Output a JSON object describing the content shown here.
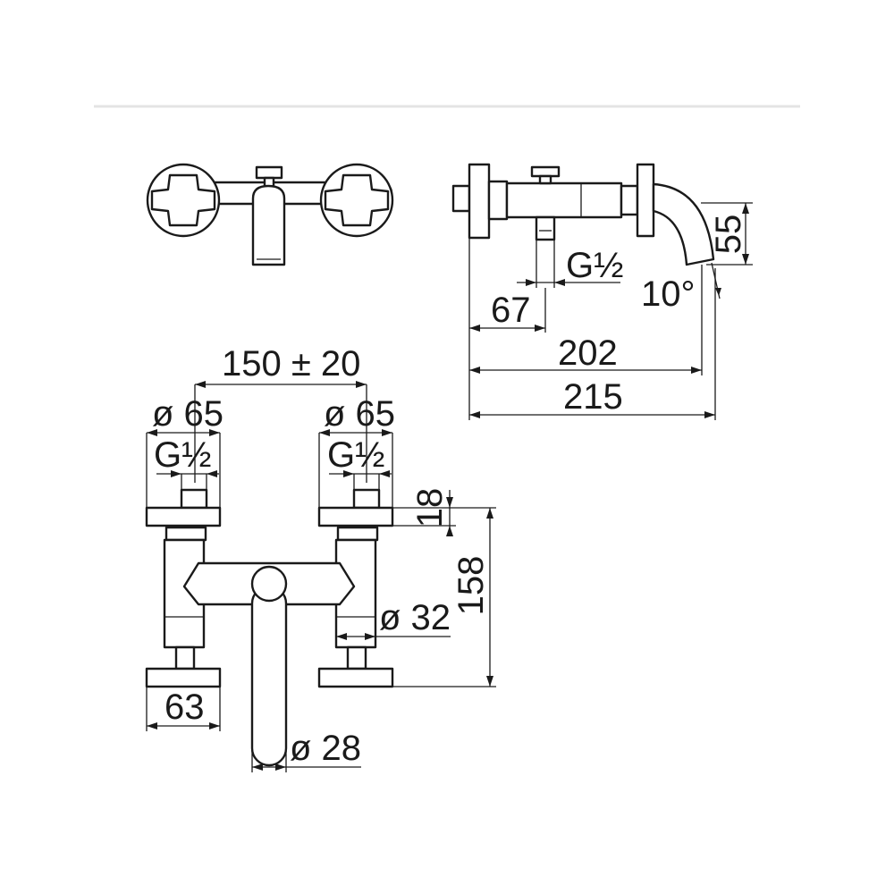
{
  "dimensions": {
    "side_view": {
      "thread": "G½",
      "height": "55",
      "angle": "10°",
      "depth_inlet": "67",
      "length_spout": "202",
      "length_total": "215"
    },
    "front_view": {
      "center_distance": "150 ± 20",
      "flange_left": "ø 65",
      "flange_right": "ø 65",
      "thread_left": "G½",
      "thread_right": "G½",
      "flange_height": "18",
      "total_height": "158",
      "body_diameter": "ø 32",
      "handle_width": "63",
      "spout_diameter": "ø 28"
    }
  }
}
